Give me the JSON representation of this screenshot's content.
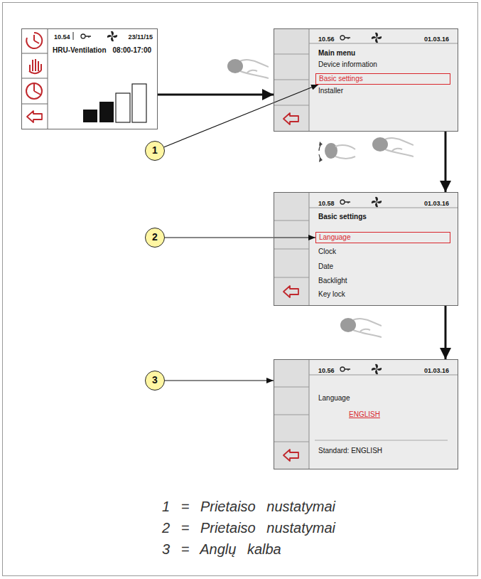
{
  "diagram": {
    "nodes": [
      {
        "text": [
          "10.54",
          "23/11/15",
          "HRU-Ventilation",
          "08:00-17:00"
        ]
      },
      {
        "text": [
          "10.56",
          "01.03.16",
          "Main menu",
          "Device information",
          "Installer"
        ]
      },
      {
        "text": [
          "Basic settings"
        ],
        "in": 1
      },
      {
        "text": [
          "1"
        ]
      },
      {
        "text": [
          "10.58",
          "01.03.16",
          "Basic settings",
          "Clock",
          "Date",
          "Backlight",
          "Key lock"
        ]
      },
      {
        "text": [
          "Language"
        ],
        "in": 4
      },
      {
        "text": [
          "2"
        ]
      },
      {
        "text": [
          "10.56",
          "01.03.16",
          "Language",
          "ENGLISH",
          "Standard: ENGLISH"
        ]
      },
      {
        "text": [
          "3"
        ]
      }
    ],
    "edges": [
      {
        "from": 0,
        "to": 1,
        "arrow": "to"
      },
      {
        "from": 1,
        "to": 4,
        "arrow": "to"
      },
      {
        "from": 4,
        "to": 7,
        "arrow": "to"
      },
      {
        "from": 3,
        "to": 2,
        "arrow": "to"
      },
      {
        "from": 6,
        "to": 5,
        "arrow": "to"
      },
      {
        "from": 8,
        "to": 7,
        "arrow": "to"
      }
    ],
    "labels": [
      "1 = Prietaiso nustatymai",
      "2 = Prietaiso nustatymai",
      "3 = Anglų kalba"
    ]
  }
}
